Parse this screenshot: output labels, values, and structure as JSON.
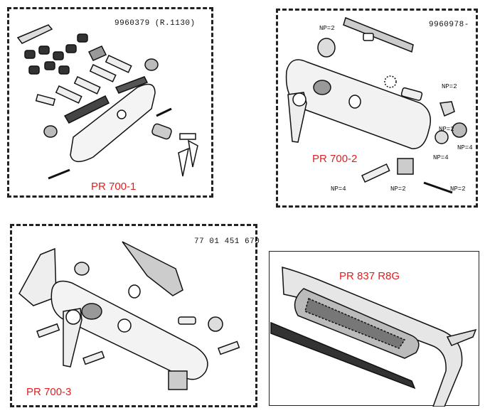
{
  "accent_color": "#e02020",
  "panels": [
    {
      "label": "PR 700-1",
      "part_number": "9960379 (R.1130)"
    },
    {
      "label": "PR 700-2",
      "part_number": "9960978-",
      "np_labels": [
        "NP=2",
        "NP=2",
        "NP=2",
        "NP=4",
        "NP=4",
        "NP=4",
        "NP=2",
        "NP=2"
      ]
    },
    {
      "label": "PR 700-3",
      "part_number": "77 01 451 670"
    },
    {
      "label": "PR 837 R8G"
    }
  ]
}
